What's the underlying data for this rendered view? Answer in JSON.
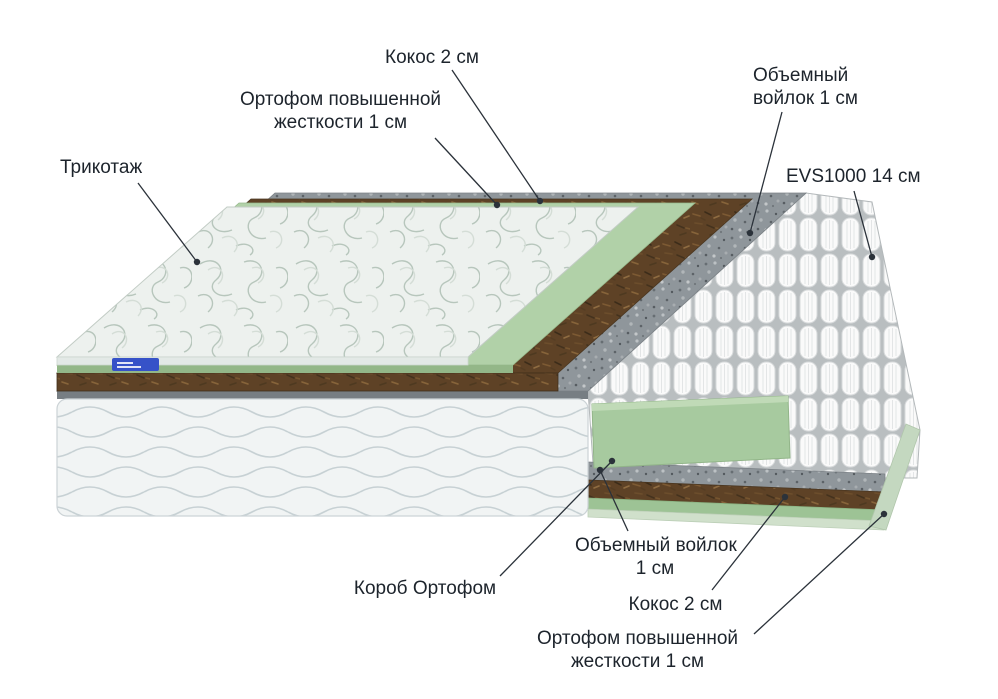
{
  "diagram_title": "Mattress layer structure diagram",
  "callouts": {
    "knit": {
      "text": "Трикотаж"
    },
    "orthofoam_top": {
      "line1": "Ортофом повышенной",
      "line2": "жесткости 1 см"
    },
    "coconut_top": {
      "text": "Кокос 2 см"
    },
    "felt_top": {
      "line1": "Объемный",
      "line2": "войлок 1 см"
    },
    "springs": {
      "text": "EVS1000 14 см"
    },
    "box": {
      "text": "Короб Ортофом"
    },
    "felt_bottom": {
      "line1": "Объемный войлок",
      "line2": "1 см"
    },
    "coconut_bottom": {
      "text": "Кокос 2 см"
    },
    "orthofoam_bottom": {
      "line1": "Ортофом повышенной",
      "line2": "жесткости 1 см"
    }
  },
  "colors": {
    "text": "#1d242c",
    "leader_line": "#2b323a",
    "knit_fabric": "#edf1ee",
    "orthofoam_green": "#b1d1a8",
    "coconut_brown": "#5e4226",
    "felt_gray": "#8f969b",
    "springs_white": "#fafafa",
    "bottom_rim_green": "#d0e0cb",
    "brand_tag_blue": "#3652c8"
  }
}
